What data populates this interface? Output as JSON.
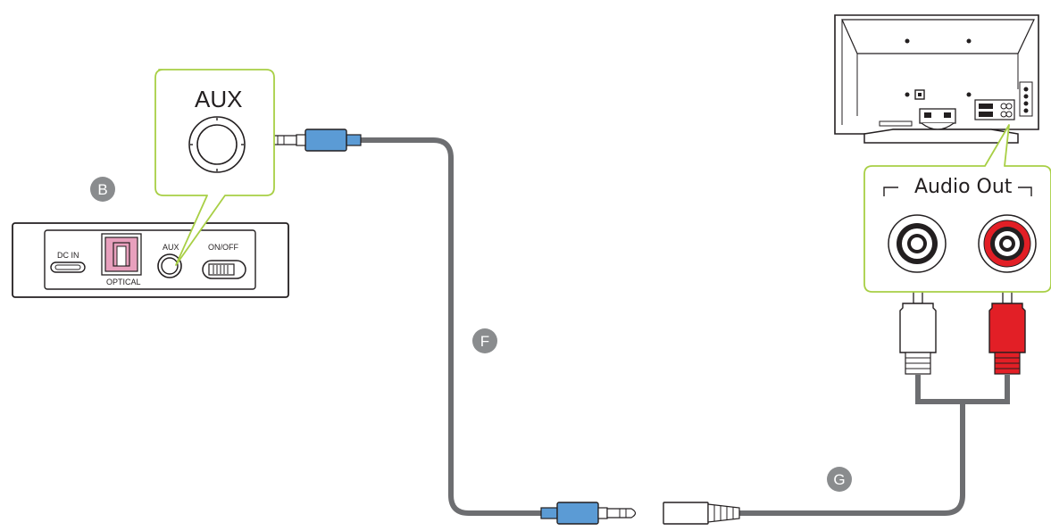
{
  "colors": {
    "callout_border": "#a8cf45",
    "cable": "#6d6e71",
    "jack_blue": "#5b9bd5",
    "optical_pink": "#e8a0bd",
    "rca_red": "#e21f26",
    "badge": "#8a8c8e",
    "outline": "#231f20"
  },
  "aux_callout": {
    "title": "AUX"
  },
  "device_b": {
    "badge": "B",
    "dc_in_label": "DC IN",
    "optical_label": "OPTICAL",
    "aux_label": "AUX",
    "power_label": "ON/OFF"
  },
  "cable_f": {
    "badge": "F"
  },
  "cable_g": {
    "badge": "G"
  },
  "tv": {
    "audio_out_callout": {
      "title": "Audio Out"
    }
  },
  "icons": [
    "aux-port-icon",
    "optical-port-icon",
    "dc-port-icon",
    "power-switch-icon",
    "rca-white-port-icon",
    "rca-red-port-icon",
    "tv-back-icon"
  ]
}
